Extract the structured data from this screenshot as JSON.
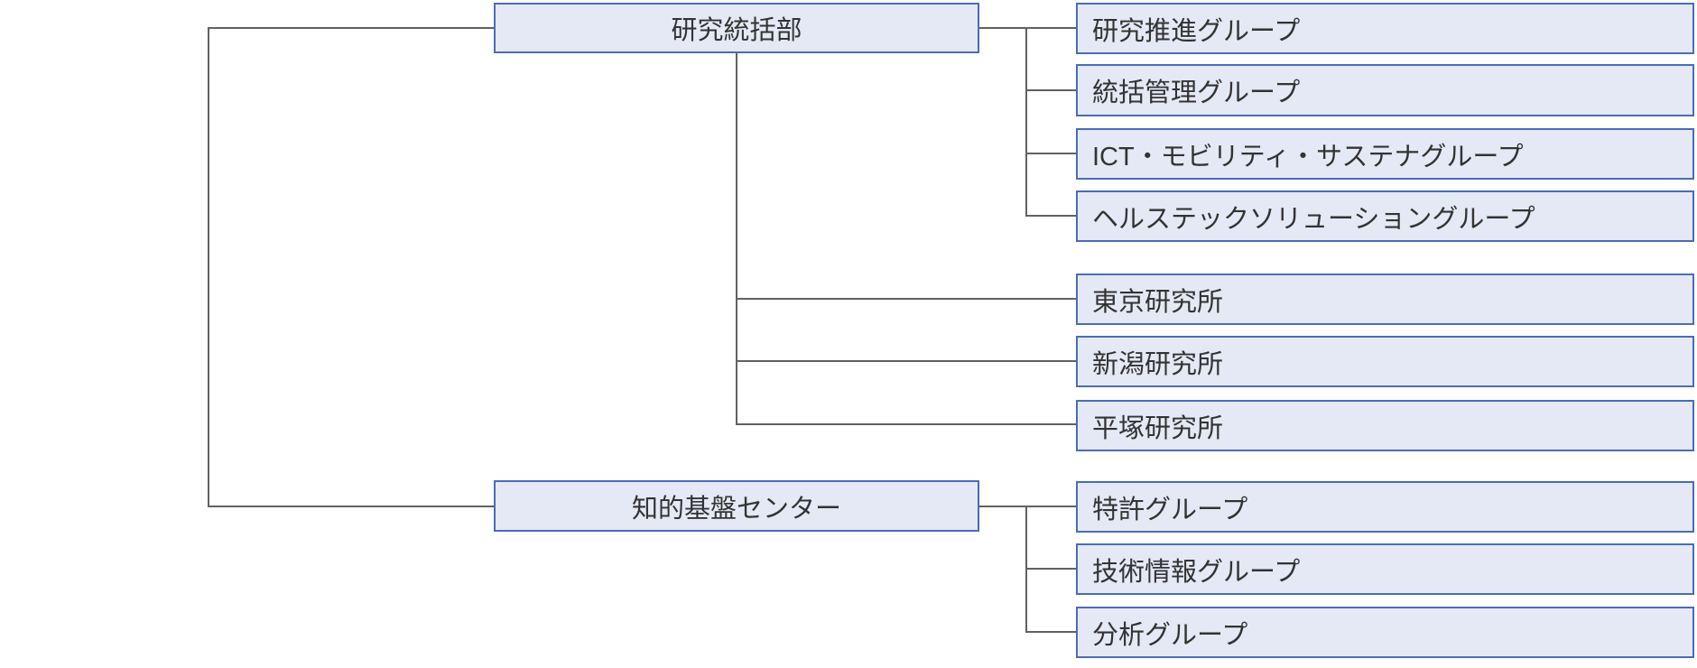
{
  "diagram": {
    "type": "org-chart",
    "departments": [
      {
        "name": "研究統括部",
        "groups": [
          "研究推進グループ",
          "統括管理グループ",
          "ICT・モビリティ・サステナグループ",
          "ヘルステックソリューショングループ"
        ],
        "institutes": [
          "東京研究所",
          "新潟研究所",
          "平塚研究所"
        ]
      },
      {
        "name": "知的基盤センター",
        "groups": [
          "特許グループ",
          "技術情報グループ",
          "分析グループ"
        ]
      }
    ],
    "colors": {
      "box_fill": "#e5e9f5",
      "box_border": "#4a6cb5",
      "connector_line": "#616161",
      "text": "#333333"
    }
  }
}
